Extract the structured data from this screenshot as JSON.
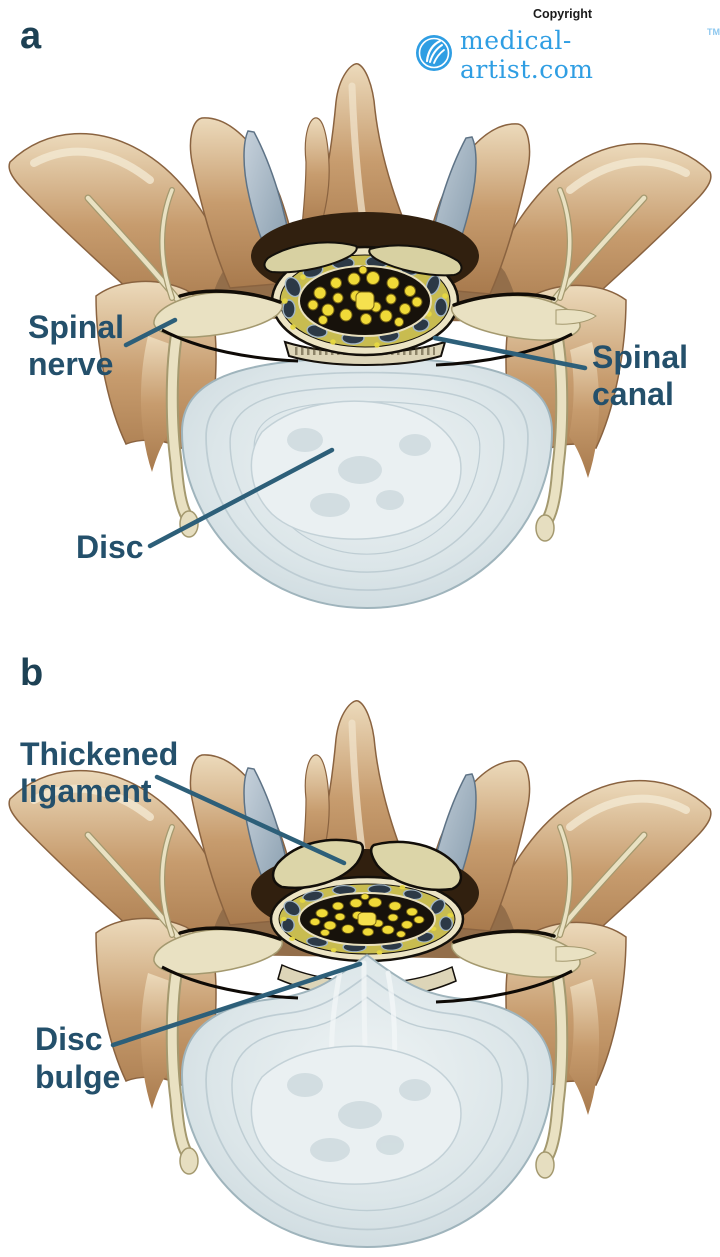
{
  "header": {
    "copyright": "Copyright",
    "logo_text": "medical-artist.com",
    "logo_tm": "TM",
    "logo_color": "#2f9ee3"
  },
  "colors": {
    "label_text": "#24506b",
    "leader_line": "#2d5f79",
    "panel_letter": "#1d4154",
    "background": "#ffffff",
    "bone": "#c79c6e",
    "facet_cartilage": "#a0b2c2",
    "canal_fat": "#c8bc50",
    "nerve_fascicles": "#f0da38",
    "disc": "#dce6e9",
    "nerve": "#e9e1c2"
  },
  "panel_a": {
    "letter": "a",
    "labels": {
      "spinal_nerve_line1": "Spinal",
      "spinal_nerve_line2": "nerve",
      "spinal_canal_line1": "Spinal",
      "spinal_canal_line2": "canal",
      "disc": "Disc"
    }
  },
  "panel_b": {
    "letter": "b",
    "labels": {
      "thickened_ligament_line1": "Thickened",
      "thickened_ligament_line2": "ligament",
      "disc_bulge_line1": "Disc",
      "disc_bulge_line2": "bulge"
    }
  }
}
